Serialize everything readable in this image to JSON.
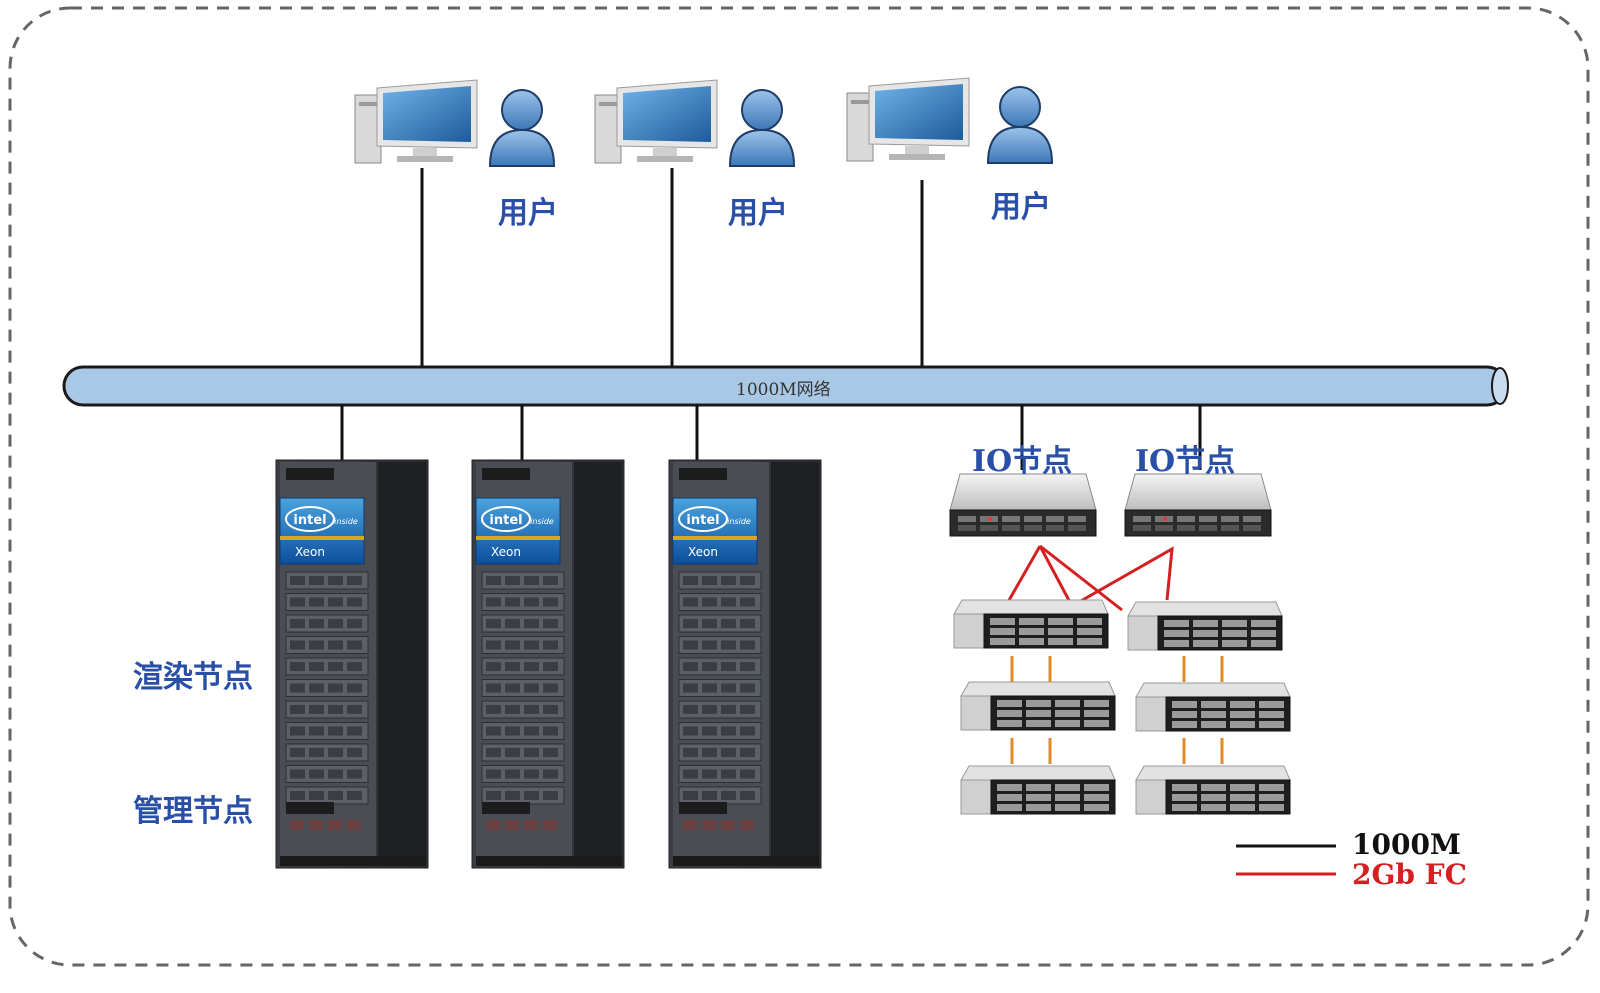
{
  "network": {
    "label": "1000M网络"
  },
  "users": [
    {
      "label": "用户"
    },
    {
      "label": "用户"
    },
    {
      "label": "用户"
    }
  ],
  "racks": [
    {
      "badge_brand": "intel",
      "badge_inside": "inside",
      "badge_model": "Xeon"
    },
    {
      "badge_brand": "intel",
      "badge_inside": "inside",
      "badge_model": "Xeon"
    },
    {
      "badge_brand": "intel",
      "badge_inside": "inside",
      "badge_model": "Xeon"
    }
  ],
  "node_labels": {
    "render": "渲染节点",
    "manage": "管理节点"
  },
  "io_nodes": [
    {
      "label": "IO节点"
    },
    {
      "label": "IO节点"
    }
  ],
  "legend": [
    {
      "label": "1000M",
      "color": "#111111"
    },
    {
      "label": "2Gb  FC",
      "color": "#d42020"
    }
  ],
  "colors": {
    "bus_fill": "#a9c8e6",
    "label_blue": "#2a4fa6",
    "fc_red": "#d42020",
    "sas_orange": "#e08a2a"
  }
}
